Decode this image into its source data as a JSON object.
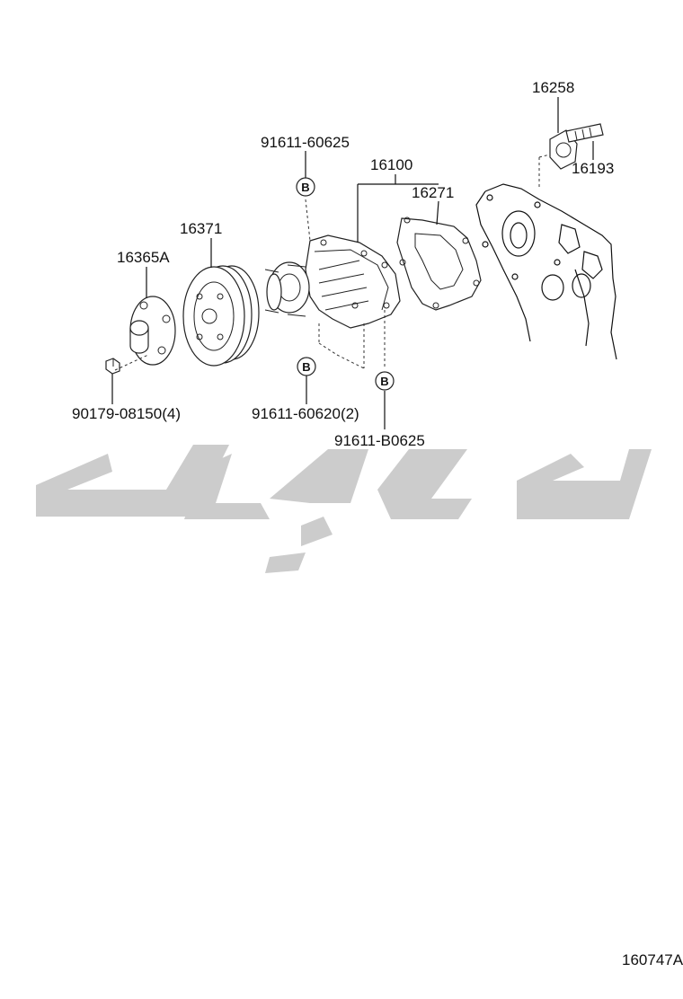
{
  "labels": {
    "p16258": "16258",
    "p16193": "16193",
    "p16100": "16100",
    "p16271": "16271",
    "p91611_60625": "91611-60625",
    "p16371": "16371",
    "p16365A": "16365A",
    "p90179": "90179-08150(4)",
    "p91611_60620": "91611-60620(2)",
    "p91611_B0625": "91611-B0625",
    "figure_code": "160747A"
  },
  "callouts": {
    "b1": "B",
    "b2": "B",
    "b3": "B"
  },
  "watermark": {
    "color": "#c8c8c8"
  }
}
